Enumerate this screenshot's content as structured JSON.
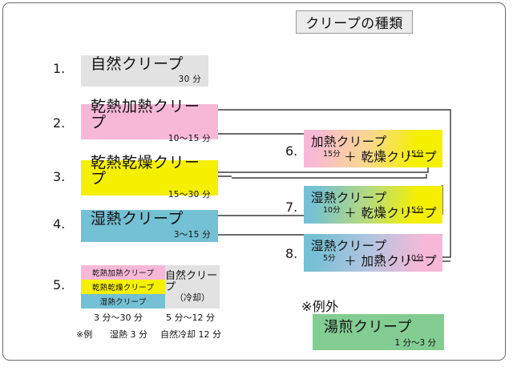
{
  "title": "クリープの種類",
  "colors": {
    "natural": "#e2e2e2",
    "pink": "#f7b8d8",
    "yellow": "#f5f000",
    "blue": "#74c0d4",
    "green": "#83cc92",
    "line": "#3a3a3a",
    "frame": "#6b6b6b"
  },
  "left_items": [
    {
      "num": "1.",
      "name": "自然クリープ",
      "duration": "30 分",
      "color": "#e2e2e2"
    },
    {
      "num": "2.",
      "name": "乾熱加熱クリープ",
      "duration": "10〜15 分",
      "color": "#f7b8d8"
    },
    {
      "num": "3.",
      "name": "乾熱乾燥クリープ",
      "duration": "15〜30 分",
      "color": "#f5f000"
    },
    {
      "num": "4.",
      "name": "湿熱クリープ",
      "duration": "3〜15 分",
      "color": "#74c0d4"
    }
  ],
  "item5": {
    "num": "5.",
    "stack": [
      {
        "label": "乾熱加熱クリープ",
        "color": "#f7b8d8"
      },
      {
        "label": "乾熱乾燥クリープ",
        "color": "#f5f000"
      },
      {
        "label": "湿熱クリープ",
        "color": "#74c0d4"
      }
    ],
    "natural": {
      "line1": "自然クリープ",
      "line2": "（冷却）"
    },
    "caption_left": "3 分〜30 分",
    "caption_right": "5 分〜12 分",
    "note_label": "※例",
    "note_left": "湿熱 3 分",
    "note_right": "自然冷却 12 分"
  },
  "right_items": [
    {
      "num": "6.",
      "line1": "加熱クリープ",
      "line2": "＋ 乾燥クリープ",
      "dur1": "15分",
      "plus": "+",
      "dur2": "15分",
      "from": "#f7b8d8",
      "to": "#f5f000"
    },
    {
      "num": "7.",
      "line1": "湿熱クリープ",
      "line2": "＋ 乾燥クリープ",
      "dur1": "10分",
      "plus": "+",
      "dur2": "15分",
      "from": "#74c0d4",
      "to": "#f5f000"
    },
    {
      "num": "8.",
      "line1": "湿熱クリープ",
      "line2": "＋ 加熱クリープ",
      "dur1": "5分",
      "plus": "+",
      "dur2": "10分",
      "from": "#74c0d4",
      "to": "#f7b8d8"
    }
  ],
  "exception": {
    "label": "※例外",
    "name": "湯煎クリープ",
    "duration": "1 分〜3 分",
    "color": "#83cc92"
  }
}
